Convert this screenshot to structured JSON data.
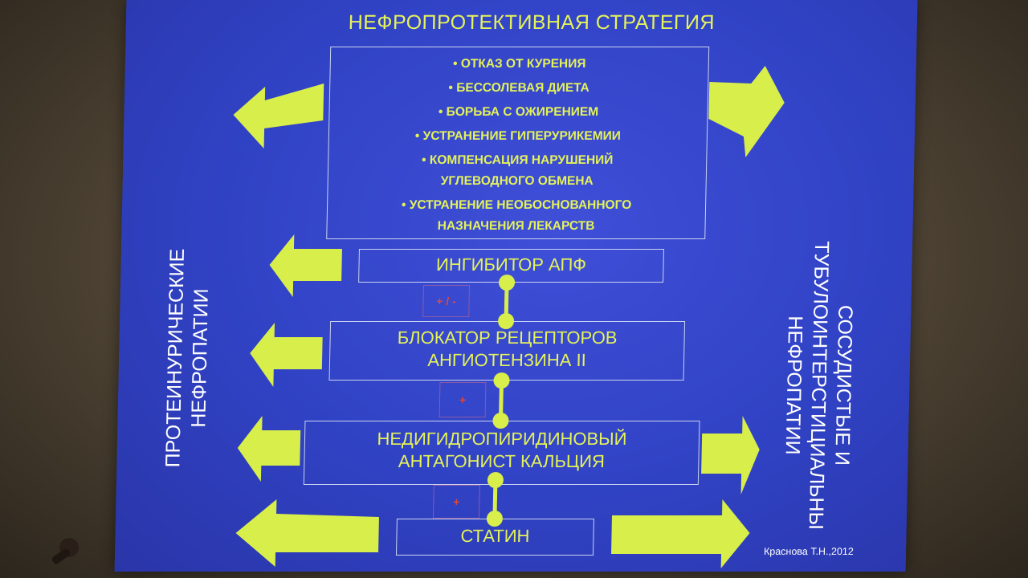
{
  "slide": {
    "title": "НЕФРОПРОТЕКТИВНАЯ СТРАТЕГИЯ",
    "strategy_items": [
      "ОТКАЗ ОТ КУРЕНИЯ",
      "БЕССОЛЕВАЯ ДИЕТА",
      "БОРЬБА С ОЖИРЕНИЕМ",
      "УСТРАНЕНИЕ ГИПЕРУРИКЕМИИ",
      "КОМПЕНСАЦИЯ НАРУШЕНИЙ\nУГЛЕВОДНОГО ОБМЕНА",
      "УСТРАНЕНИЕ НЕОБОСНОВАННОГО\nНАЗНАЧЕНИЯ ЛЕКАРСТВ"
    ],
    "drugs": {
      "ace": "ИНГИБИТОР АПФ",
      "arb": "БЛОКАТОР РЕЦЕПТОРОВ\nАНГИОТЕНЗИНА II",
      "ccb": "НЕДИГИДРОПИРИДИНОВЫЙ\nАНТАГОНИСТ КАЛЬЦИЯ",
      "statin": "СТАТИН"
    },
    "combination_signs": [
      "+ / -",
      "+",
      "+"
    ],
    "left_label": "ПРОТЕИНУРИЧЕСКИЕ\nНЕФРОПАТИИ",
    "right_label": "СОСУДИСТЫЕ И\nТУБУЛОИНТЕРСТИЦИАЛЬНЫ\nНЕФРОПАТИИ",
    "credit": "Краснова Т.Н.,2012"
  },
  "colors": {
    "slide_background": "#3042c4",
    "text_yellow": "#e4f25a",
    "arrow_fill": "#d8ee4a",
    "sign_red": "#e0483c",
    "box_border": "#c9d3ef"
  }
}
